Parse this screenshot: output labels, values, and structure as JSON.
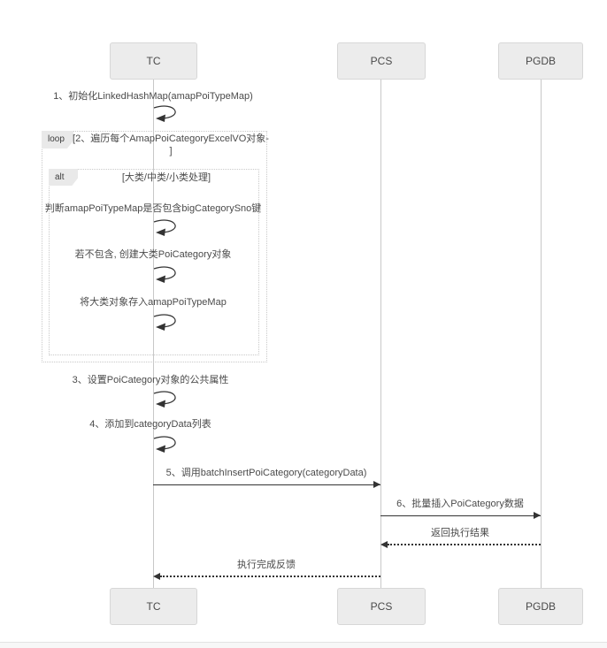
{
  "diagram": {
    "type": "sequence-diagram",
    "participants": [
      {
        "id": "tc",
        "label": "TC"
      },
      {
        "id": "pcs",
        "label": "PCS"
      },
      {
        "id": "pgdb",
        "label": "PGDB"
      }
    ],
    "frames": {
      "loop": {
        "label": "loop",
        "condition_line1": "[2、遍历每个AmapPoiCategoryExcelVO对象-",
        "condition_line2": "]"
      },
      "alt": {
        "label": "alt",
        "condition": "[大类/中类/小类处理]"
      }
    },
    "messages": {
      "m1": "1、初始化LinkedHashMap(amapPoiTypeMap)",
      "m2a": "判断amapPoiTypeMap是否包含bigCategorySno键",
      "m2b": "若不包含, 创建大类PoiCategory对象",
      "m2c": "将大类对象存入amapPoiTypeMap",
      "m3": "3、设置PoiCategory对象的公共属性",
      "m4": "4、添加到categoryData列表",
      "m5": "5、调用batchInsertPoiCategory(categoryData)",
      "m6": "6、批量插入PoiCategory数据",
      "r1": "返回执行结果",
      "r2": "执行完成反馈"
    },
    "colors": {
      "participant_fill": "#ececec",
      "participant_border": "#d7d7d7",
      "lifeline": "#c8c8c8",
      "arrow": "#333333",
      "text": "#4a4a4a",
      "frame_border": "#c9c9c9",
      "frame_label_fill": "#e9e9e9"
    }
  }
}
